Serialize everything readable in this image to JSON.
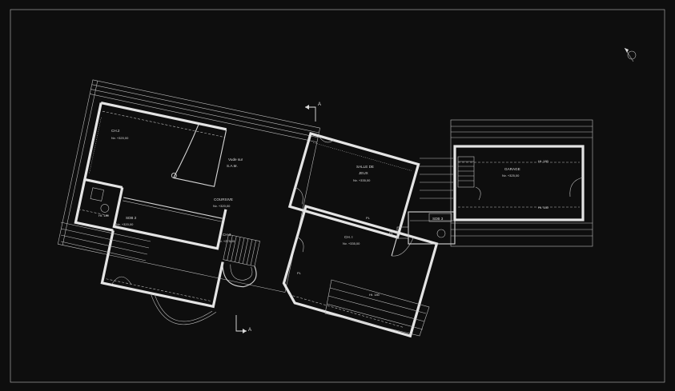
{
  "rooms": {
    "ch2": {
      "name": "CH.2",
      "level": "Nv. +320,00"
    },
    "vue": {
      "line1": "Vude sur",
      "line2": "S.A.M."
    },
    "salle": {
      "line1": "SALLE DE",
      "line2": "JEUX",
      "level": "Nv. +335,00"
    },
    "garage": {
      "name": "GARAGE",
      "level": "Nv. +325,00"
    },
    "coursive": {
      "name": "COURSIVE",
      "level": "Nv. +320,00"
    },
    "sdb2": {
      "name": "SDB 2",
      "level": "Nv. +320,00"
    },
    "ch3": {
      "name": "CH.3",
      "level": "Nv. +275,00"
    },
    "ch1": {
      "name": "CH. I",
      "level": "Nv. +335,00"
    },
    "sdb3": {
      "name": "SDB 3"
    }
  },
  "heights": {
    "garage_top": "Ht. 180",
    "garage_bottom": "Ht. 180",
    "sdb2": "Ht. 180",
    "ch1": "Ht. 180"
  },
  "section_marks": {
    "top": "A",
    "bottom": "A"
  },
  "placards": {
    "a": "PL",
    "b": "PL",
    "c": "PL"
  },
  "icons": [
    "north-arrow-icon",
    "section-arrow-icon"
  ],
  "colors": {
    "background": "#0e0e0e",
    "lines": "#e4e4e4"
  }
}
